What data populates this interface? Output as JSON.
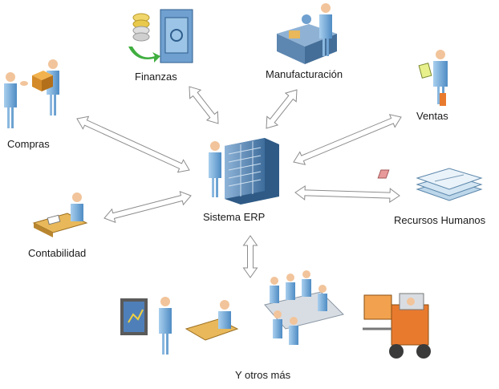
{
  "center": {
    "label": "Sistema ERP",
    "icon": "server-rack-icon"
  },
  "nodes": [
    {
      "key": "finanzas",
      "label": "Finanzas",
      "icon": "safe-coins-icon"
    },
    {
      "key": "manufacturacion",
      "label": "Manufacturación",
      "icon": "factory-worker-icon"
    },
    {
      "key": "ventas",
      "label": "Ventas",
      "icon": "salesperson-icon"
    },
    {
      "key": "compras",
      "label": "Compras",
      "icon": "buyer-package-icon"
    },
    {
      "key": "contabilidad",
      "label": "Contabilidad",
      "icon": "accountant-desk-icon"
    },
    {
      "key": "recursos",
      "label": "Recursos Humanos",
      "icon": "resume-documents-icon"
    },
    {
      "key": "otros",
      "label": "Y otros más",
      "icon": "meeting-forklift-icon"
    }
  ],
  "colors": {
    "person": "#7fb2dc",
    "person_dark": "#3f7fb7",
    "skin": "#f2c49b",
    "arrow_fill": "#ffffff",
    "arrow_stroke": "#8c8c8c",
    "server": "#5f8db9",
    "desk": "#e8b85a",
    "forklift": "#e87a2e"
  }
}
